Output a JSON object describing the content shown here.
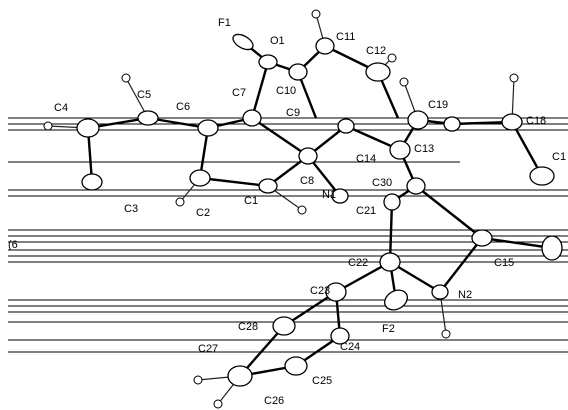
{
  "figure": {
    "atom_labels": {
      "F1": "F1",
      "O1": "O1",
      "C11": "C11",
      "C12": "C12",
      "C10": "C10",
      "C5": "C5",
      "C4": "C4",
      "C6": "C6",
      "C7": "C7",
      "C9": "C9",
      "C19": "C19",
      "C18": "C18",
      "C14": "C14",
      "C13": "C13",
      "C8": "C8",
      "N1": "N1",
      "C30": "C30",
      "C21": "C21",
      "C3": "C3",
      "C2": "C2",
      "C1": "C1",
      "C22": "C22",
      "C15": "C15",
      "N2": "N2",
      "F2": "F2",
      "C23": "C23",
      "C28": "C28",
      "C24": "C24",
      "C27": "C27",
      "C25": "C25",
      "C26": "C26",
      "C16_partial": "C1",
      "C6_partial": "(6"
    }
  }
}
